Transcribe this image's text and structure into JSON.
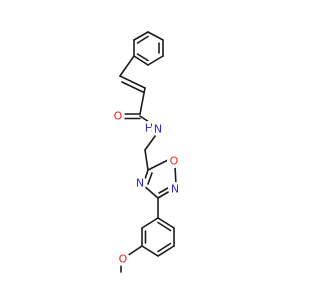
{
  "molecule": {
    "atoms": {
      "carbonyl_oxygen": "O",
      "amide_nitrogen": "N",
      "amide_hydrogen": "H",
      "ring_oxygen": "O",
      "ring_nitrogen_right": "N",
      "ring_nitrogen_left": "N",
      "methoxy_oxygen": "O"
    },
    "colors": {
      "oxygen": "#e8251f",
      "nitrogen": "#2b2bd9",
      "bond": "#1a1a1a"
    }
  }
}
